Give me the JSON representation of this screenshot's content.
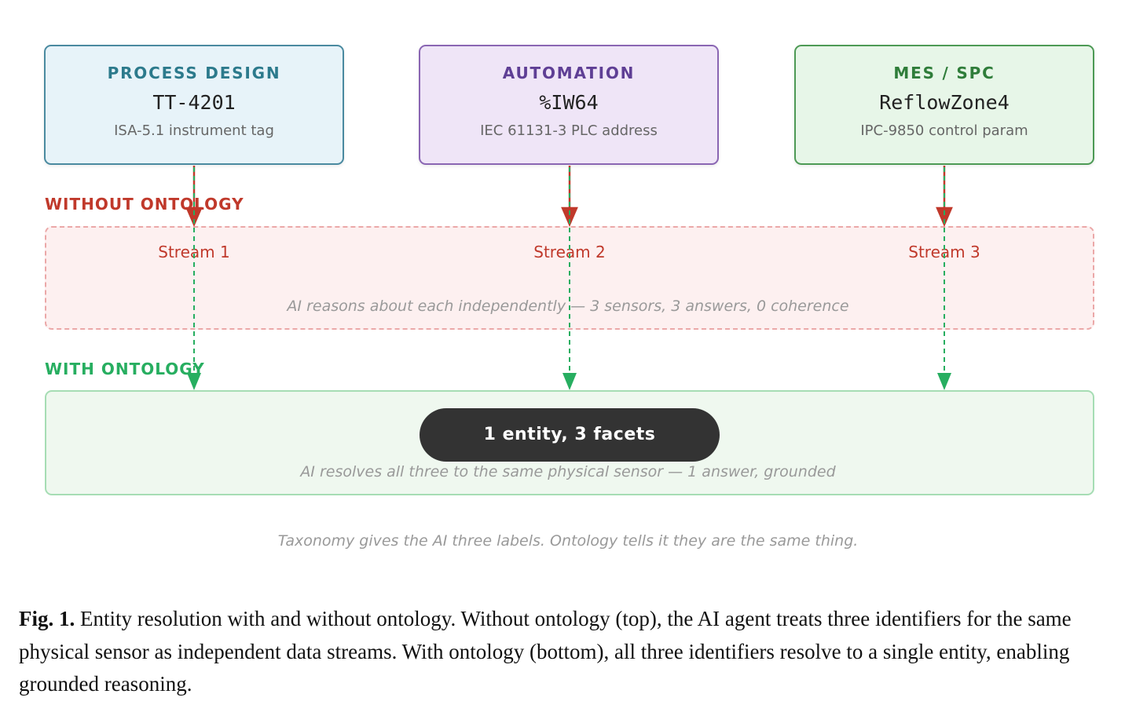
{
  "cards": [
    {
      "title": "PROCESS DESIGN",
      "identifier": "TT-4201",
      "description": "ISA-5.1 instrument tag"
    },
    {
      "title": "AUTOMATION",
      "identifier": "%IW64",
      "description": "IEC 61131-3 PLC address"
    },
    {
      "title": "MES / SPC",
      "identifier": "ReflowZone4",
      "description": "IPC-9850 control param"
    }
  ],
  "without": {
    "label": "WITHOUT ONTOLOGY",
    "streams": [
      "Stream 1",
      "Stream 2",
      "Stream 3"
    ],
    "note": "AI reasons about each independently — 3 sensors, 3 answers, 0 coherence"
  },
  "with": {
    "label": "WITH ONTOLOGY",
    "entity": "1 entity, 3 facets",
    "note": "AI resolves all three to the same physical sensor — 1 answer, grounded"
  },
  "tagline": "Taxonomy gives the AI three labels. Ontology tells it they are the same thing.",
  "caption": {
    "label": "Fig. 1.",
    "text": "Entity resolution with and without ontology. Without ontology (top), the AI agent treats three identifiers for the same physical sensor as independent data streams. With ontology (bottom), all three identifiers resolve to a single entity, enabling grounded reasoning."
  },
  "colors": {
    "without_accent": "#c0392b",
    "with_accent": "#27ae60",
    "process_design": "#2c7a8c",
    "automation": "#5f3f95",
    "mes_spc": "#2f7d3a"
  }
}
